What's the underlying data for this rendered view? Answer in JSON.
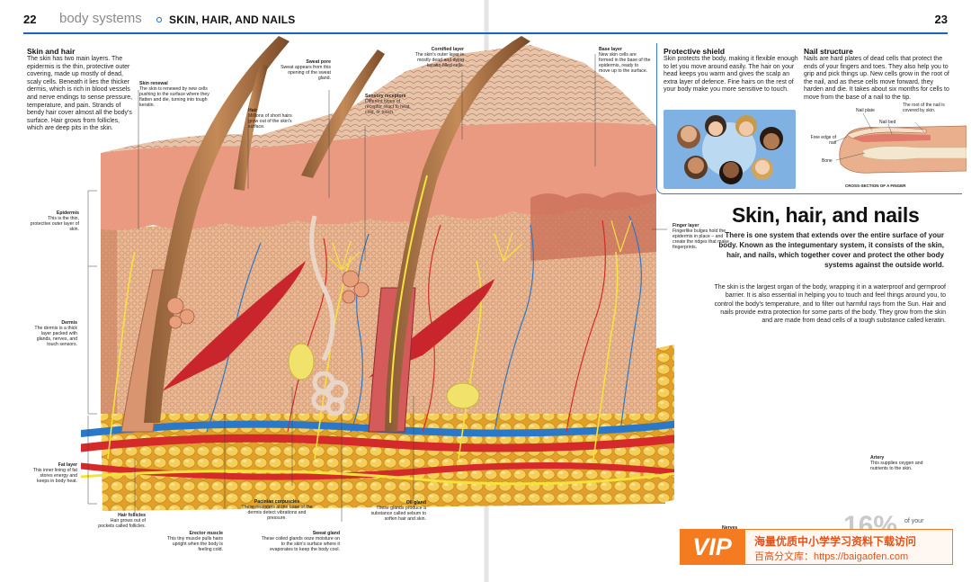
{
  "header": {
    "left_page_number": "22",
    "section_word": "body systems",
    "chapter_title": "SKIN, HAIR, AND NAILS",
    "right_page_number": "23"
  },
  "skin_and_hair": {
    "title": "Skin and hair",
    "body": "The skin has two main layers. The epidermis is the thin, protective outer covering, made up mostly of dead, scaly cells. Beneath it lies the thicker dermis, which is rich in blood vessels and nerve endings to sense pressure, temperature, and pain. Strands of bendy hair cover almost all the body's surface. Hair grows from follicles, which are deep pits in the skin."
  },
  "labels": {
    "skin_renewal": {
      "title": "Skin renewal",
      "text": "The skin is renewed by new cells pushing to the surface where they flatten and die, turning into tough keratin."
    },
    "hair": {
      "title": "Hair",
      "text": "Millions of short hairs grow out of the skin's surface."
    },
    "sweat_pore": {
      "title": "Sweat pore",
      "text": "Sweat appears from this opening of the sweat gland."
    },
    "sensory_receptors": {
      "title": "Sensory receptors",
      "text": "Different types of receptor react to heat, cold, or touch."
    },
    "cornified_layer": {
      "title": "Cornified layer",
      "text": "The skin's outer layer is mostly dead and dying keratin-filled cells."
    },
    "base_layer": {
      "title": "Base layer",
      "text": "New skin cells are formed in the base of the epidermis, ready to move up to the surface."
    },
    "epidermis": {
      "title": "Epidermis",
      "text": "This is the thin, protective outer layer of skin."
    },
    "dermis": {
      "title": "Dermis",
      "text": "The dermis is a thick layer packed with glands, nerves, and touch sensors."
    },
    "finger_layer": {
      "title": "Finger layer",
      "text": "Fingerlike bulges hold the epidermis in place – and create the ridges that make fingerprints."
    },
    "fat_layer": {
      "title": "Fat layer",
      "text": "This inner lining of fat stores energy and keeps in body heat."
    },
    "hair_follicles": {
      "title": "Hair follicles",
      "text": "Hair grows out of pockets called follicles."
    },
    "erector_muscle": {
      "title": "Erector muscle",
      "text": "This tiny muscle pulls hairs upright when the body is feeling cold."
    },
    "pacinian_corpuscles": {
      "title": "Pacinian corpuscles",
      "text": "These receptors at the base of the dermis detect vibrations and pressure."
    },
    "sweat_gland": {
      "title": "Sweat gland",
      "text": "These coiled glands ooze moisture on to the skin's surface where it evaporates to keep the body cool."
    },
    "oil_gland": {
      "title": "Oil gland",
      "text": "These glands produce a substance called sebum to soften hair and skin."
    },
    "artery": {
      "title": "Artery",
      "text": "This supplies oxygen and nutrients to the skin."
    },
    "nerves": {
      "title": "Nerves"
    }
  },
  "protective_shield": {
    "title": "Protective shield",
    "body": "Skin protects the body, making it flexible enough to let you move around easily. The hair on your head keeps you warm and gives the scalp an extra layer of defence. Fine hairs on the rest of your body make you more sensitive to touch."
  },
  "nail_structure": {
    "title": "Nail structure",
    "body": "Nails are hard plates of dead cells that protect the ends of your fingers and toes. They also help you to grip and pick things up. New cells grow in the root of the nail, and as these cells move forward, they harden and die. It takes about six months for cells to move from the base of a nail to the tip.",
    "labels": {
      "nail_plate": "Nail plate",
      "nail_bed": "Nail bed",
      "root": "The root of the nail is covered by skin.",
      "free_edge": "Free edge of nail",
      "bone": "Bone",
      "caption": "CROSS-SECTION OF A FINGER"
    }
  },
  "main": {
    "title": "Skin, hair, and nails",
    "intro": "There is one system that extends over the entire surface of your body. Known as the integumentary system, it consists of the skin, hair, and nails, which together cover and protect the other body systems against the outside world.",
    "paragraph": "The skin is the largest organ of the body, wrapping it in a waterproof and germproof barrier. It is also essential in helping you to touch and feel things around you, to control the body's temperature, and to filter out harmful rays from the Sun. Hair and nails provide extra protection for some parts of the body. They grow from the skin and are made from dead cells of a tough substance called keratin."
  },
  "fact": {
    "number": "16%",
    "text": "of your"
  },
  "watermark": {
    "badge": "VIP",
    "line1": "海量优质中小学学习资料下载访问",
    "line2": "百高分文库：https://baigaofen.com"
  },
  "colors": {
    "accent": "#1565c0",
    "epidermis": "#e8a98c",
    "dermis": "#e7b995",
    "fat": "#f2c54a",
    "artery": "#d42a2a",
    "vein": "#2b78c9",
    "nerve": "#f5e23b",
    "watermark": "#f47b20"
  }
}
